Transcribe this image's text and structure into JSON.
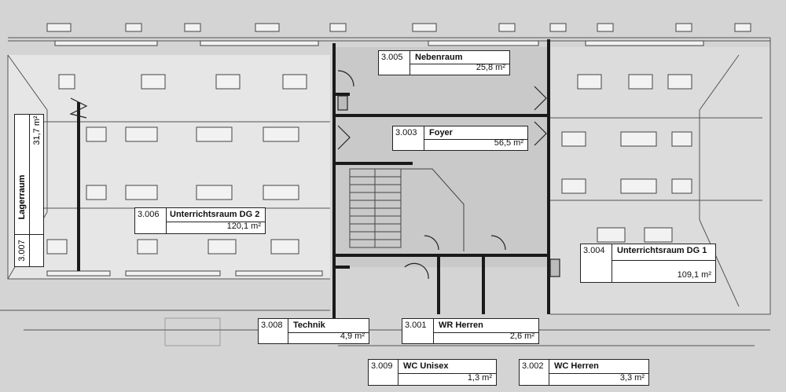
{
  "rooms": [
    {
      "id": "3.005",
      "name": "Nebenraum",
      "area": "25,8 m²"
    },
    {
      "id": "3.003",
      "name": "Foyer",
      "area": "56,5 m²"
    },
    {
      "id": "3.006",
      "name": "Unterrichtsraum DG 2",
      "area": "120,1 m²"
    },
    {
      "id": "3.007",
      "name": "Lagerraum",
      "area": "31,7 m²"
    },
    {
      "id": "3.004",
      "name": "Unterrichtsraum DG 1",
      "area": "109,1 m²"
    },
    {
      "id": "3.008",
      "name": "Technik",
      "area": "4,9 m²"
    },
    {
      "id": "3.001",
      "name": "WR Herren",
      "area": "2,6 m²"
    },
    {
      "id": "3.009",
      "name": "WC Unisex",
      "area": "1,3 m²"
    },
    {
      "id": "3.002",
      "name": "WC Herren",
      "area": "3,3 m²"
    }
  ],
  "colors": {
    "background": "#d2d2d2",
    "walls": "#1a1a1a",
    "thin_lines": "#555555"
  }
}
